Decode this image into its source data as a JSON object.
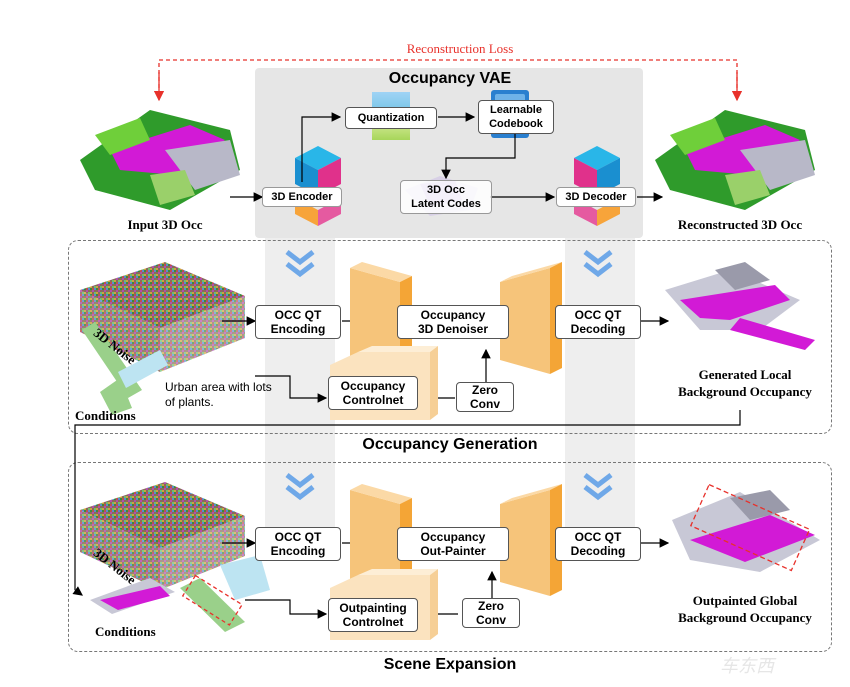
{
  "colors": {
    "loss": "#e8312b",
    "vae_bg": "#e6e6e6",
    "denoiser": "#f4a536",
    "controlnet": "#fbe3bf",
    "encoder_cyan": "#29b6e8",
    "encoder_pink": "#e0318b",
    "encoder_orange": "#f7a43a",
    "occ_magenta": "#d21ad6",
    "occ_green": "#2f9b2b"
  },
  "top": {
    "loss_label": "Reconstruction Loss",
    "vae_title": "Occupancy VAE",
    "quantization": "Quantization",
    "codebook_line1": "Learnable",
    "codebook_line2": "Codebook",
    "encoder": "3D Encoder",
    "latent_line1": "3D Occ",
    "latent_line2": "Latent Codes",
    "decoder": "3D Decoder",
    "input_label": "Input 3D Occ",
    "recon_label": "Reconstructed 3D Occ"
  },
  "gen": {
    "noise_label": "3D Noise",
    "conditions_label": "Conditions",
    "text_prompt": "Urban area with lots of  plants.",
    "qt_enc_line1": "OCC QT",
    "qt_enc_line2": "Encoding",
    "denoiser_line1": "Occupancy",
    "denoiser_line2": "3D Denoiser",
    "qt_dec_line1": "OCC QT",
    "qt_dec_line2": "Decoding",
    "controlnet_line1": "Occupancy",
    "controlnet_line2": "Controlnet",
    "zero_line1": "Zero",
    "zero_line2": "Conv",
    "output_line1": "Generated Local",
    "output_line2": "Background Occupancy",
    "section_title": "Occupancy Generation"
  },
  "exp": {
    "noise_label": "3D Noise",
    "conditions_label": "Conditions",
    "qt_enc_line1": "OCC QT",
    "qt_enc_line2": "Encoding",
    "painter_line1": "Occupancy",
    "painter_line2": "Out-Painter",
    "qt_dec_line1": "OCC QT",
    "qt_dec_line2": "Decoding",
    "controlnet_line1": "Outpainting",
    "controlnet_line2": "Controlnet",
    "zero_line1": "Zero",
    "zero_line2": "Conv",
    "output_line1": "Outpainted Global",
    "output_line2": "Background Occupancy",
    "section_title": "Scene Expansion"
  }
}
